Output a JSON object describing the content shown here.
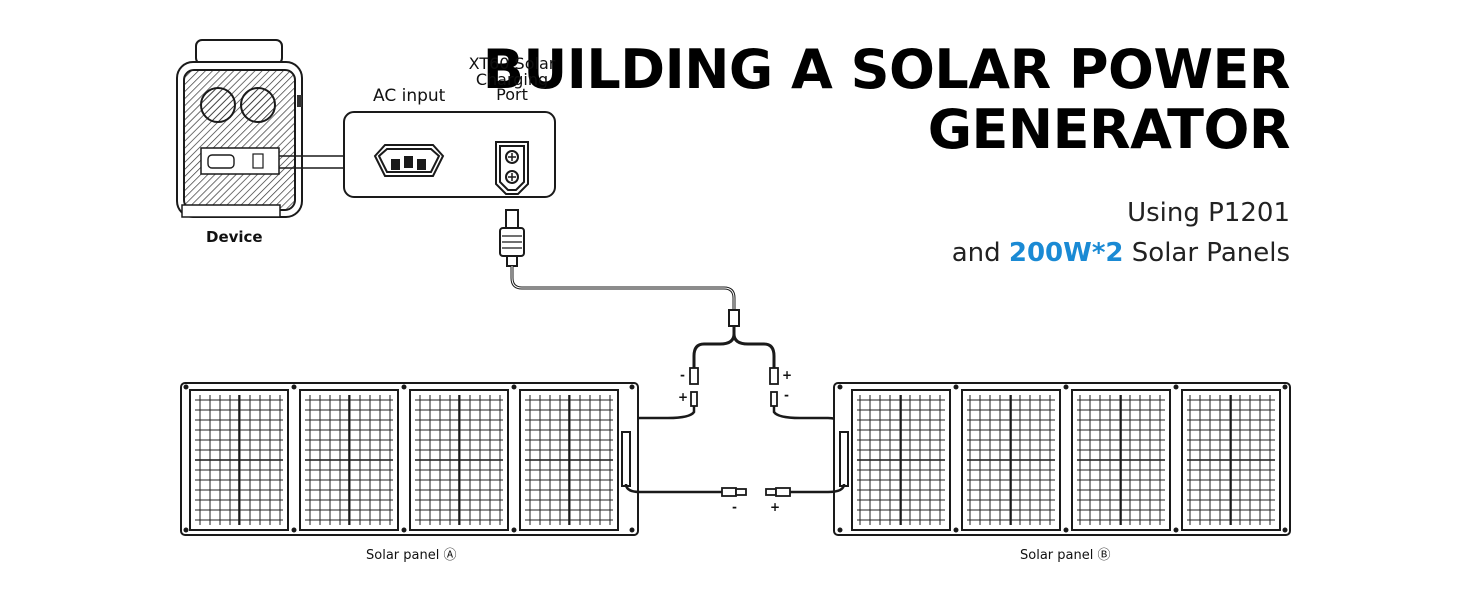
{
  "title": {
    "line1": "BUILDING A SOLAR POWER",
    "line2": "GENERATOR"
  },
  "subtitle": {
    "line1": "Using P1201",
    "line2_prefix": "and ",
    "line2_highlight": "200W*2",
    "line2_suffix": " Solar Panels"
  },
  "labels": {
    "ac_input": "AC input",
    "xt60_line1": "XT60 Solar",
    "xt60_line2": "Charging",
    "xt60_line3": "Port",
    "device": "Device",
    "panel_a": "Solar panel Ⓐ",
    "panel_b": "Solar panel Ⓑ"
  },
  "polarity": {
    "minus": "-",
    "plus": "+"
  },
  "colors": {
    "accent": "#1a8ad4",
    "line": "#1a1a1a"
  }
}
